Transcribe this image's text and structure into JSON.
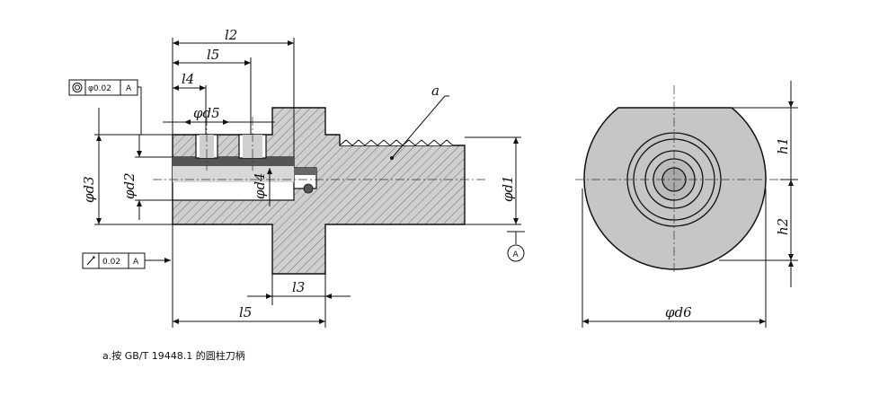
{
  "labels": {
    "l2": "l2",
    "l5_top": "l5",
    "l4": "l4",
    "d5": "φd5",
    "d3": "φd3",
    "d2": "φd2",
    "d4": "φd4",
    "d1": "φd1",
    "l3": "l3",
    "l5_bottom": "l5",
    "d6": "φd6",
    "h1": "h1",
    "h2": "h2",
    "a_callout": "a",
    "datum": "A"
  },
  "tolerance_coaxiality": {
    "symbol": "◎",
    "value": "φ0.02",
    "datum": "A"
  },
  "tolerance_runout": {
    "symbol": "↗",
    "value": "0.02",
    "datum": "A"
  },
  "footnote": "a.按 GB/T 19448.1 的圆柱刀柄",
  "colors": {
    "section_fill": "#c8c8c8",
    "line": "#111111"
  }
}
